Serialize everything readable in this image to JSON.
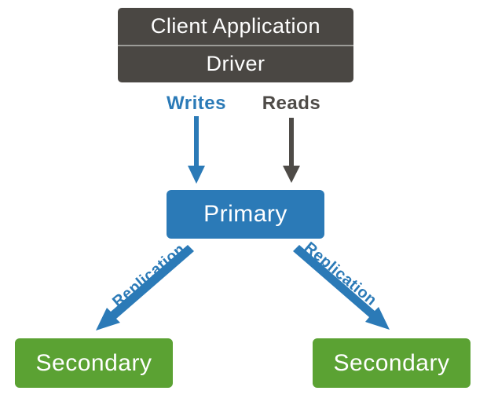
{
  "diagram": {
    "client_box": {
      "title": "Client Application",
      "subtitle": "Driver"
    },
    "flow_labels": {
      "writes": "Writes",
      "reads": "Reads"
    },
    "replication_labels": {
      "left": "Replication",
      "right": "Replication"
    },
    "nodes": {
      "primary": "Primary",
      "secondary_left": "Secondary",
      "secondary_right": "Secondary"
    }
  },
  "colors": {
    "client_box_gray": "#4a4743",
    "divider_gray": "#9c9c98",
    "blue": "#2b7ab7",
    "arrow_gray": "#4e4b47",
    "green": "#5ba233",
    "background": "#ffffff",
    "node_text": "#ffffff"
  }
}
